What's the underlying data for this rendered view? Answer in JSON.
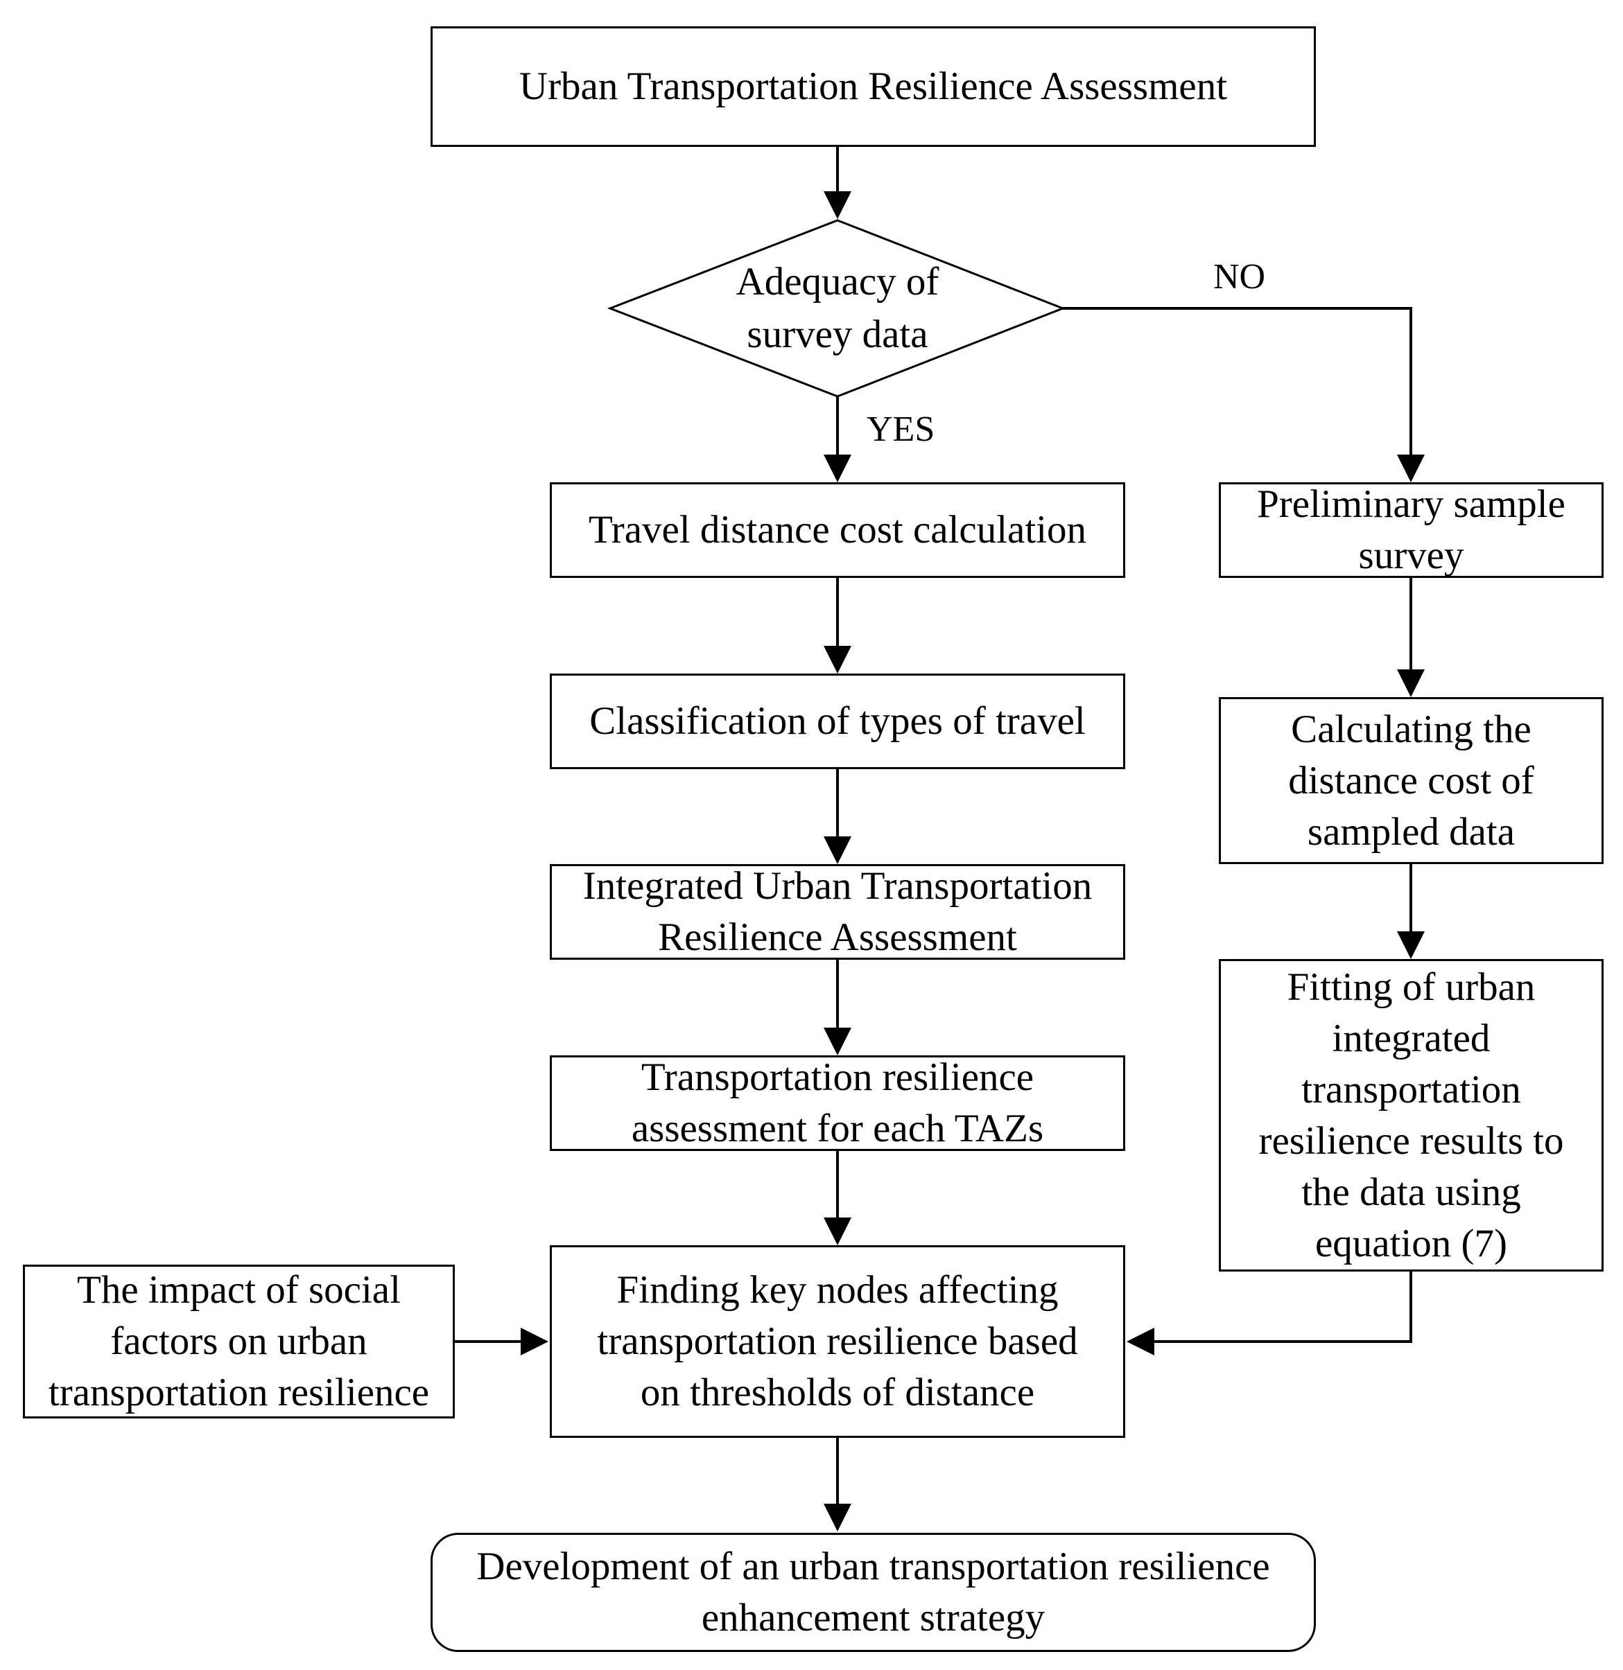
{
  "nodes": {
    "start": "Urban Transportation Resilience Assessment",
    "decision": [
      "Adequacy of",
      "survey data"
    ],
    "travel_cost": "Travel distance cost calculation",
    "classification": "Classification of types of travel",
    "integrated": [
      "Integrated Urban Transportation",
      "Resilience Assessment"
    ],
    "taz": [
      "Transportation resilience",
      "assessment for each TAZs"
    ],
    "key_nodes": [
      "Finding key nodes affecting",
      "transportation resilience based",
      "on thresholds of distance"
    ],
    "social": [
      "The impact of social",
      "factors on urban",
      "transportation resilience"
    ],
    "development": [
      "Development of an urban transportation resilience",
      "enhancement strategy"
    ],
    "preliminary": [
      "Preliminary sample",
      "survey"
    ],
    "calculating": [
      "Calculating the",
      "distance cost of",
      "sampled data"
    ],
    "fitting": [
      "Fitting of urban",
      "integrated",
      "transportation",
      "resilience results to",
      "the data using",
      "equation (7)"
    ]
  },
  "edge_labels": {
    "yes": "YES",
    "no": "NO"
  }
}
